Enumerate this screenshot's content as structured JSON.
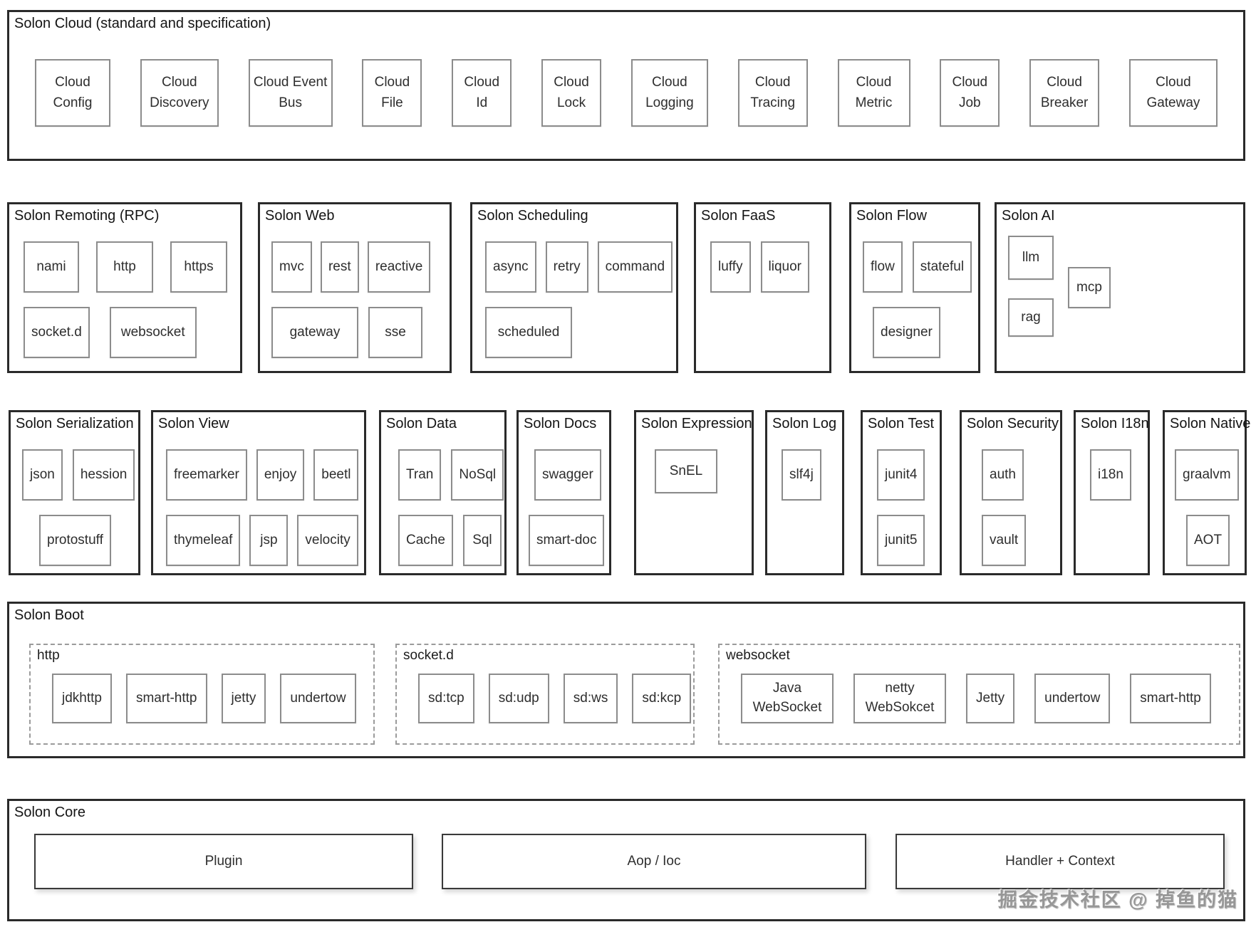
{
  "page": {
    "watermark": "掘金技术社区 @ 掉鱼的猫"
  },
  "cloud": {
    "title": "Solon Cloud (standard and specification)",
    "items": [
      "Cloud Config",
      "Cloud Discovery",
      "Cloud Event Bus",
      "Cloud File",
      "Cloud Id",
      "Cloud Lock",
      "Cloud Logging",
      "Cloud Tracing",
      "Cloud Metric",
      "Cloud Job",
      "Cloud Breaker",
      "Cloud Gateway"
    ]
  },
  "remoting": {
    "title": "Solon Remoting (RPC)",
    "row1": [
      "nami",
      "http",
      "https"
    ],
    "row2": [
      "socket.d",
      "websocket"
    ]
  },
  "web": {
    "title": "Solon Web",
    "row1": [
      "mvc",
      "rest",
      "reactive"
    ],
    "row2": [
      "gateway",
      "sse"
    ]
  },
  "scheduling": {
    "title": "Solon Scheduling",
    "row1": [
      "async",
      "retry",
      "command"
    ],
    "row2": [
      "scheduled"
    ]
  },
  "faas": {
    "title": "Solon FaaS",
    "row1": [
      "luffy",
      "liquor"
    ]
  },
  "flow": {
    "title": "Solon Flow",
    "row1": [
      "flow",
      "stateful"
    ],
    "row2": [
      "designer"
    ]
  },
  "ai": {
    "title": "Solon AI",
    "items": [
      "llm",
      "mcp",
      "rag"
    ]
  },
  "serialization": {
    "title": "Solon Serialization",
    "row1": [
      "json",
      "hession"
    ],
    "row2": [
      "protostuff"
    ]
  },
  "view": {
    "title": "Solon View",
    "row1": [
      "freemarker",
      "enjoy",
      "beetl"
    ],
    "row2": [
      "thymeleaf",
      "jsp",
      "velocity"
    ]
  },
  "data": {
    "title": "Solon Data",
    "row1": [
      "Tran",
      "NoSql"
    ],
    "row2": [
      "Cache",
      "Sql"
    ]
  },
  "docs": {
    "title": "Solon Docs",
    "row1": [
      "swagger"
    ],
    "row2": [
      "smart-doc"
    ]
  },
  "expression": {
    "title": "Solon Expression",
    "row1": [
      "SnEL"
    ]
  },
  "log": {
    "title": "Solon Log",
    "row1": [
      "slf4j"
    ]
  },
  "test": {
    "title": "Solon Test",
    "row1": [
      "junit4"
    ],
    "row2": [
      "junit5"
    ]
  },
  "security": {
    "title": "Solon Security",
    "row1": [
      "auth"
    ],
    "row2": [
      "vault"
    ]
  },
  "i18n": {
    "title": "Solon I18n",
    "row1": [
      "i18n"
    ]
  },
  "native": {
    "title": "Solon Native",
    "row1": [
      "graalvm"
    ],
    "row2": [
      "AOT"
    ]
  },
  "boot": {
    "title": "Solon Boot",
    "http": {
      "label": "http",
      "items": [
        "jdkhttp",
        "smart-http",
        "jetty",
        "undertow"
      ]
    },
    "socketd": {
      "label": "socket.d",
      "items": [
        "sd:tcp",
        "sd:udp",
        "sd:ws",
        "sd:kcp"
      ]
    },
    "websocket": {
      "label": "websocket",
      "items": [
        "Java WebSocket",
        "netty WebSokcet",
        "Jetty",
        "undertow",
        "smart-http"
      ]
    }
  },
  "core": {
    "title": "Solon Core",
    "items": [
      "Plugin",
      "Aop / Ioc",
      "Handler + Context"
    ]
  }
}
